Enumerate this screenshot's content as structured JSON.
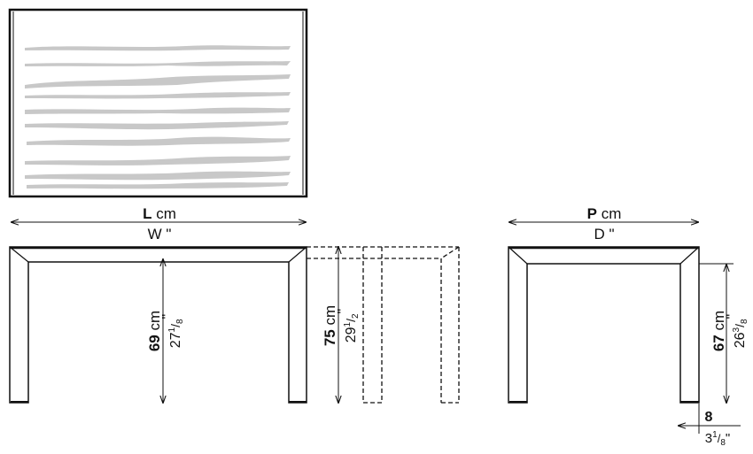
{
  "length": {
    "symbol": "L",
    "unit": "cm",
    "imperial": "W \""
  },
  "depth": {
    "symbol": "P",
    "unit": "cm",
    "imperial": "D \""
  },
  "height_inner": {
    "cm": "69",
    "unit": "cm",
    "inch_whole": "27",
    "inch_frac_num": "1",
    "inch_frac_den": "8",
    "inch_mark": "\""
  },
  "height_total": {
    "cm": "75",
    "unit": "cm",
    "inch_whole": "29",
    "inch_frac_num": "1",
    "inch_frac_den": "2",
    "inch_mark": "\""
  },
  "height_side": {
    "cm": "67",
    "unit": "cm",
    "inch_whole": "26",
    "inch_frac_num": "3",
    "inch_frac_den": "8",
    "inch_mark": "\""
  },
  "leg": {
    "cm": "8",
    "inch_whole": "3",
    "inch_frac_num": "1",
    "inch_frac_den": "8",
    "inch_mark": "\""
  },
  "colors": {
    "line": "#111111",
    "grain": "#c8c8c8"
  }
}
